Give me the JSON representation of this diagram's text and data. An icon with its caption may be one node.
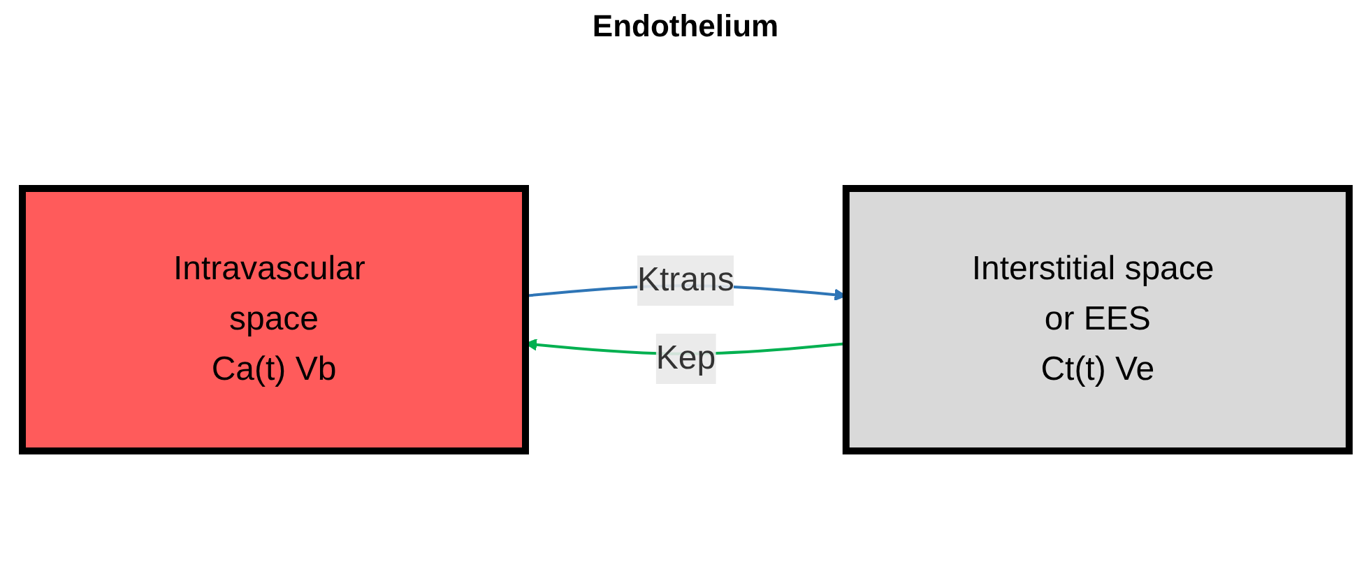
{
  "diagram": {
    "nodes": [
      {
        "text": [
          "Intravascular space",
          "Ca(t) Vb"
        ]
      },
      {
        "text": [
          "Interstitial space or EES",
          "Ct(t) Ve"
        ]
      }
    ],
    "edges": [
      {
        "from": 0,
        "to": 1,
        "arrow": "to",
        "label": "Ktrans",
        "color": "#2e75b6"
      },
      {
        "from": 1,
        "to": 0,
        "arrow": "to",
        "label": "Kep",
        "color": "#00b050"
      }
    ],
    "labels": [
      "Endothelium"
    ]
  }
}
